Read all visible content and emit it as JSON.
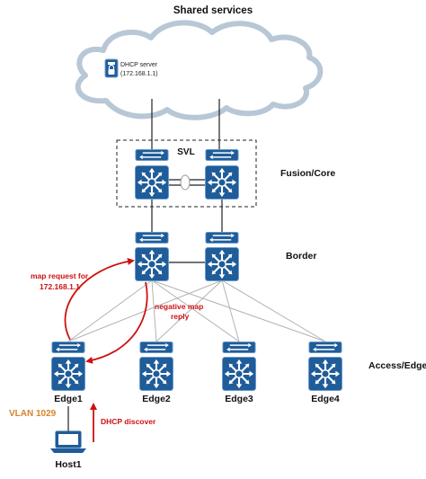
{
  "title": "Shared services",
  "dhcp": {
    "name": "DHCP server",
    "ip": "(172.168.1.1)"
  },
  "svl_label": "SVL",
  "layers": {
    "core": "Fusion/Core",
    "border": "Border",
    "access": "Access/Edge"
  },
  "edges": [
    "Edge1",
    "Edge2",
    "Edge3",
    "Edge4"
  ],
  "annotations": {
    "map_request_1": "map request for",
    "map_request_2": "172.168.1.1",
    "negative_1": "negative map",
    "negative_2": "reply",
    "dhcp_discover": "DHCP discover"
  },
  "vlan": "VLAN 1029",
  "host": "Host1",
  "colors": {
    "switch_fill": "#1f5c99",
    "switch_stroke": "#6f9fd0",
    "switch_icon": "#ffffff",
    "annotation": "#cc1111",
    "vlan": "#d9822b",
    "mesh_line": "#b3b3b3",
    "link": "#222222",
    "cloud_stroke": "#b8c7d6"
  },
  "icons": [
    "cloud-icon",
    "server-lock-icon",
    "l3-switch-icon",
    "l2-switch-icon",
    "laptop-icon"
  ]
}
